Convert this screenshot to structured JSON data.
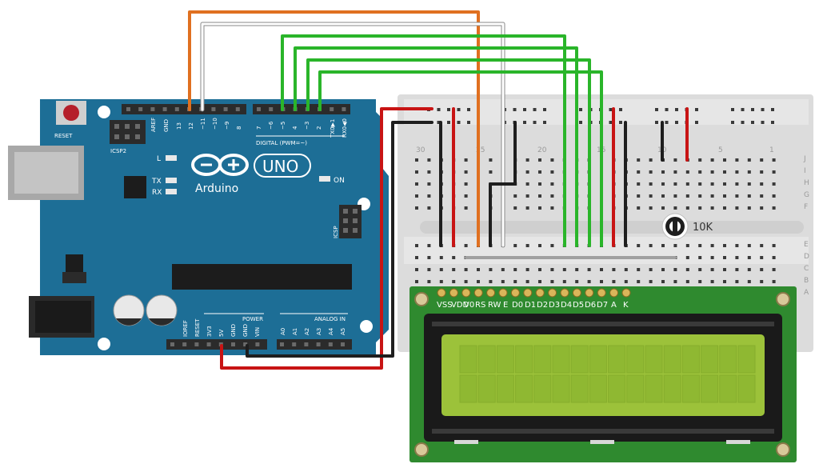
{
  "arduino": {
    "reset_label": "RESET",
    "icsp2_label": "ICSP2",
    "icsp_label": "ICSP",
    "aref_label": "AREF",
    "gnd_label": "GND",
    "digital_label": "DIGITAL (PWM=~)",
    "l_label": "L",
    "tx_label": "TX",
    "rx_label": "RX",
    "on_label": "ON",
    "uno_label": "UNO",
    "brand_label": "Arduino",
    "tx_pin_label": "TX0▶1",
    "rx_pin_label": "RX0◀0",
    "power_label": "POWER",
    "analog_label": "ANALOG IN",
    "digital_pins": [
      "13",
      "12",
      "~11",
      "~10",
      "~9",
      "8",
      "7",
      "~6",
      "~5",
      "4",
      "~3",
      "2"
    ],
    "power_pins": [
      "IOREF",
      "RESET",
      "3V3",
      "5V",
      "GND",
      "GND",
      "VIN"
    ],
    "analog_pins": [
      "A0",
      "A1",
      "A2",
      "A3",
      "A4",
      "A5"
    ]
  },
  "breadboard": {
    "col_numbers": [
      "30",
      "25",
      "20",
      "15",
      "10",
      "5",
      "1"
    ],
    "row_letters": [
      "J",
      "I",
      "H",
      "G",
      "F",
      "E",
      "D",
      "C",
      "B",
      "A"
    ]
  },
  "potentiometer": {
    "label": "10K"
  },
  "lcd": {
    "pins": [
      "VSS",
      "VDD",
      "V0",
      "RS",
      "RW",
      "E",
      "D0",
      "D1",
      "D2",
      "D3",
      "D4",
      "D5",
      "D6",
      "D7",
      "A",
      "K"
    ]
  },
  "colors": {
    "board": "#1d6e96",
    "wire_orange": "#e07020",
    "wire_green": "#2ab52a",
    "wire_red": "#c81414",
    "wire_black": "#1e1e1e",
    "lcd_screen": "#9cc23a",
    "lcd_pcb": "#2f8a2f"
  }
}
